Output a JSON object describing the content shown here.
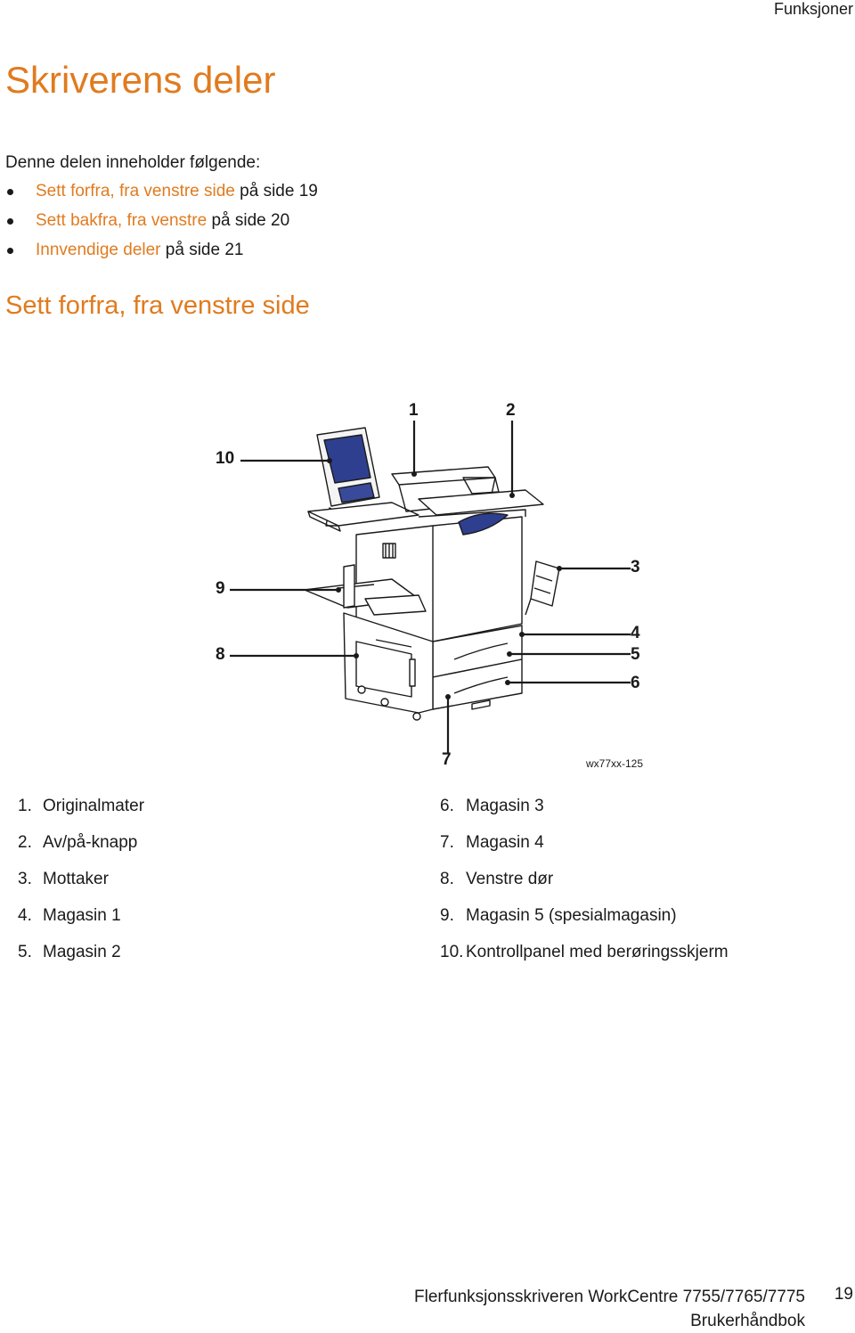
{
  "header": {
    "section": "Funksjoner"
  },
  "title": "Skriverens deler",
  "intro": "Denne delen inneholder følgende:",
  "toc": [
    {
      "link": "Sett forfra, fra venstre side",
      "rest": " på side 19"
    },
    {
      "link": "Sett bakfra, fra venstre",
      "rest": " på side 20"
    },
    {
      "link": "Innvendige deler",
      "rest": " på side 21"
    }
  ],
  "subtitle": "Sett forfra, fra venstre side",
  "figure": {
    "image_id": "wx77xx-125",
    "callouts": [
      "1",
      "2",
      "3",
      "4",
      "5",
      "6",
      "7",
      "8",
      "9",
      "10"
    ]
  },
  "legend_left": [
    {
      "num": "1.",
      "text": "Originalmater"
    },
    {
      "num": "2.",
      "text": "Av/på-knapp"
    },
    {
      "num": "3.",
      "text": "Mottaker"
    },
    {
      "num": "4.",
      "text": "Magasin 1"
    },
    {
      "num": "5.",
      "text": "Magasin 2"
    }
  ],
  "legend_right": [
    {
      "num": "6.",
      "text": "Magasin 3"
    },
    {
      "num": "7.",
      "text": "Magasin 4"
    },
    {
      "num": "8.",
      "text": "Venstre dør"
    },
    {
      "num": "9.",
      "text": "Magasin 5 (spesialmagasin)"
    },
    {
      "num": "10.",
      "text": "Kontrollpanel med berøringsskjerm"
    }
  ],
  "footer": {
    "product": "Flerfunksjonsskriveren WorkCentre 7755/7765/7775",
    "doc": "Brukerhåndbok",
    "page": "19"
  },
  "colors": {
    "accent": "#e07b1f",
    "panel_blue": "#2f3f8f"
  }
}
